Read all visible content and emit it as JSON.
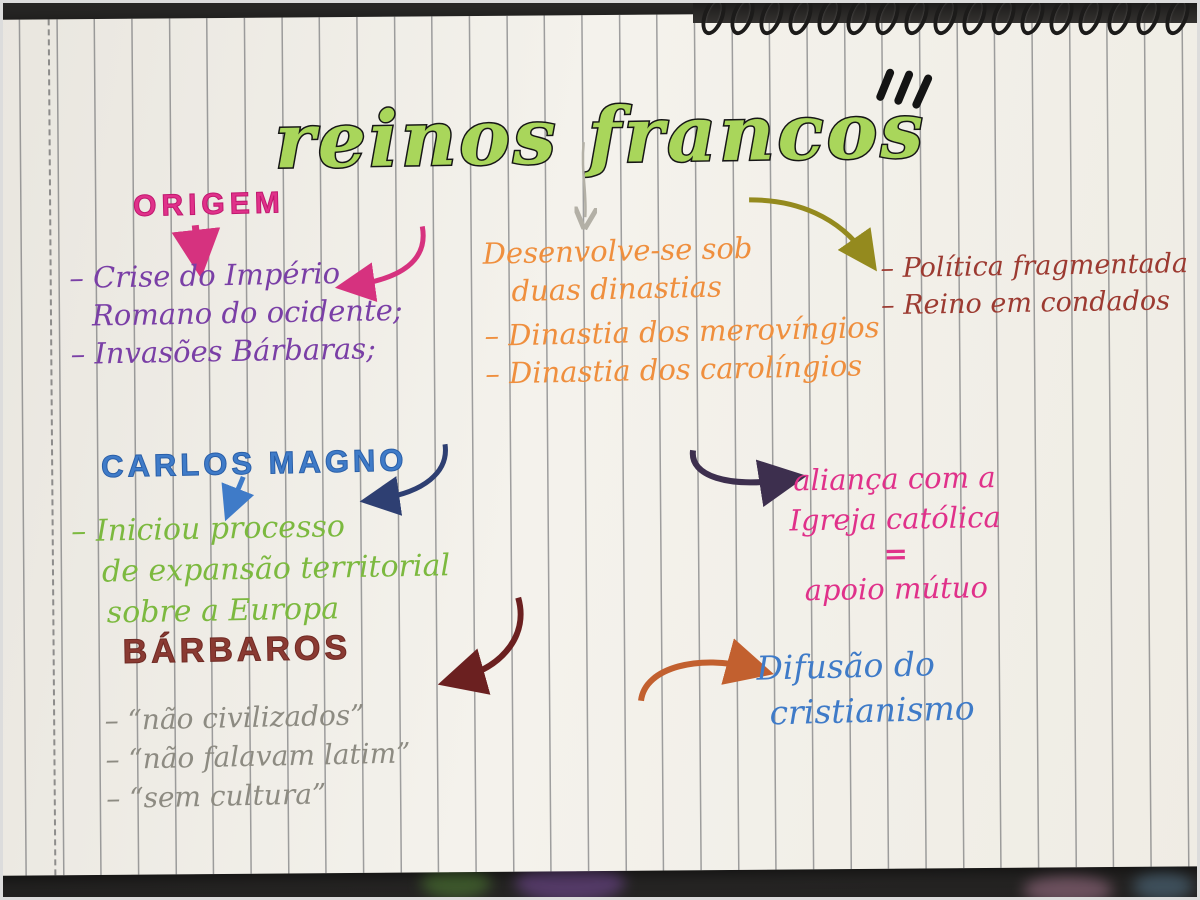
{
  "palette": {
    "title_green": "#a9d65b",
    "pink": "#e0318a",
    "purple": "#7a3fa6",
    "orange": "#ef8f3e",
    "dark_red": "#9c3a31",
    "blue": "#3f7bc8",
    "green": "#7cb93f",
    "maroon": "#8a3a32",
    "pencil_gray": "#8d8b82",
    "olive_arrow": "#948a1e",
    "navy_arrow": "#2e3f72",
    "plum_arrow": "#3d2f4e",
    "rust_arrow": "#c2602f",
    "paper": "#f2efe9"
  },
  "title": {
    "text": "reinos francos"
  },
  "sections": {
    "origem": {
      "heading": "ORIGEM",
      "lines": [
        "– Crise do Império",
        "Romano do ocidente;",
        "– Invasões Bárbaras;"
      ]
    },
    "dinastias": {
      "lines": [
        "Desenvolve-se sob",
        "duas dinastias",
        "– Dinastia dos merovíngios",
        "– Dinastia dos carolíngios"
      ]
    },
    "politica": {
      "lines": [
        "– Política fragmentada",
        "– Reino em condados"
      ]
    },
    "carlos_magno": {
      "heading": "CARLOS MAGNO",
      "lines": [
        "– Iniciou processo",
        "de expansão territorial",
        "sobre a Europa"
      ]
    },
    "alianca": {
      "lines": [
        "aliança com a",
        "Igreja católica",
        "=",
        "apoio mútuo"
      ]
    },
    "barbaros": {
      "heading": "BÁRBAROS",
      "lines": [
        "– “não civilizados”",
        "– “não falavam latim”",
        "– “sem cultura”"
      ]
    },
    "difusao": {
      "lines": [
        "Difusão do",
        "cristianismo"
      ]
    }
  }
}
